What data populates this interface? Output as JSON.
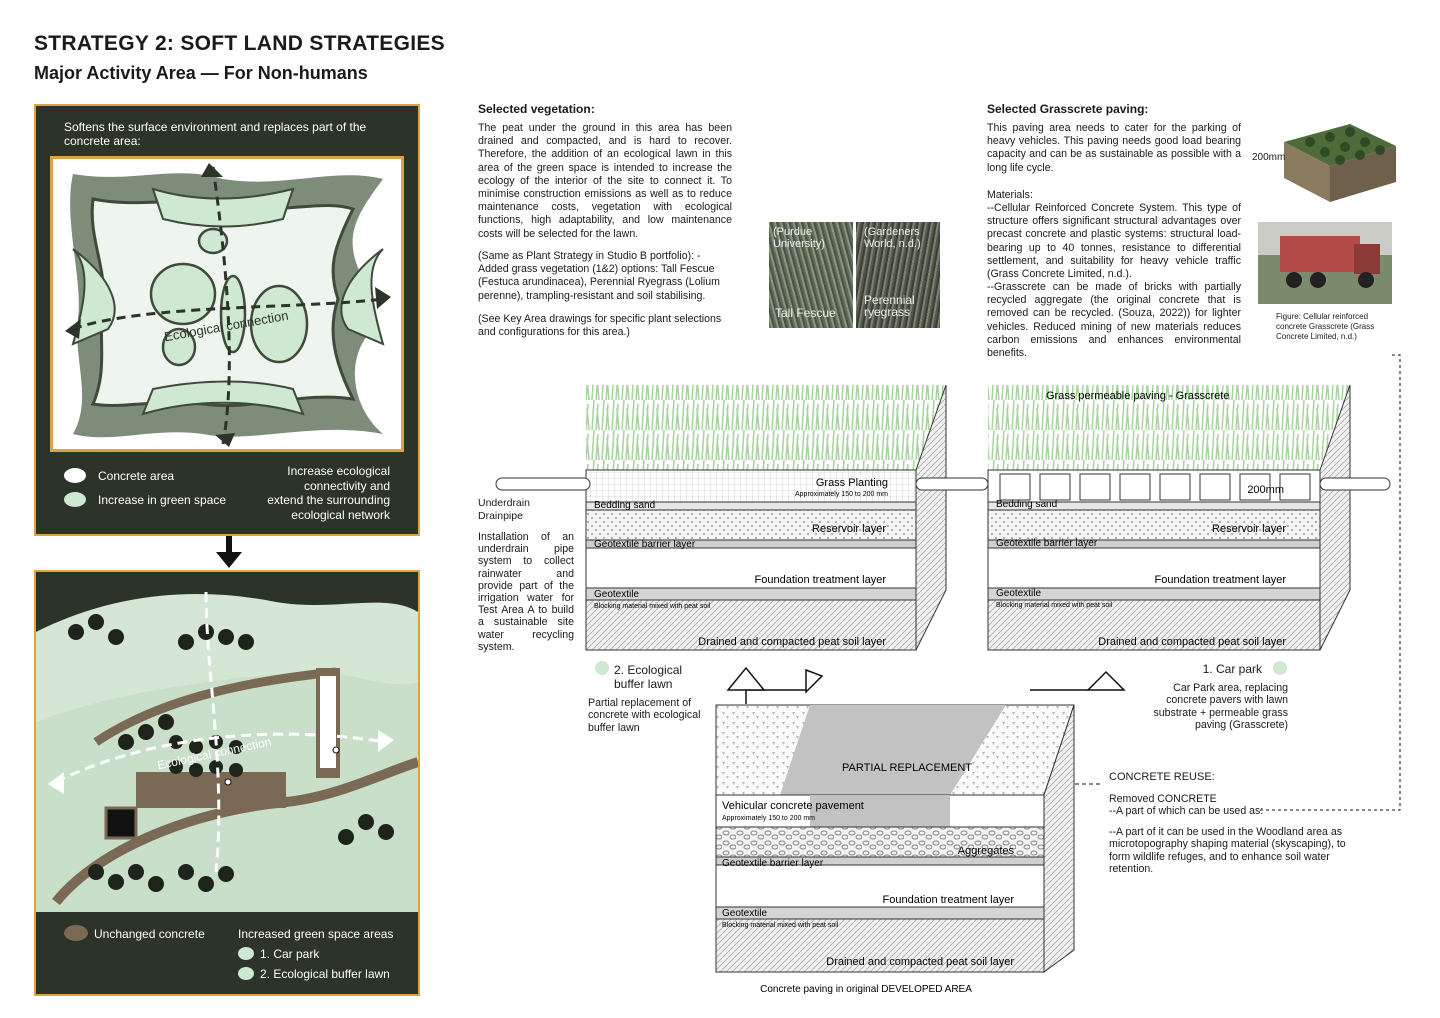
{
  "header": {
    "title": "STRATEGY 2: SOFT LAND STRATEGIES",
    "subtitle": "Major Activity Area — For Non-humans"
  },
  "top_panel": {
    "intro": "Softens the surface environment and replaces part of the concrete area:",
    "diagram_label": "Ecological connection",
    "legend": [
      {
        "label": "Concrete area",
        "color": "#ffffff"
      },
      {
        "label": "Increase in green space",
        "color": "#cfe8d2"
      }
    ],
    "legend_note": [
      "Increase ecological",
      "connectivity and",
      "extend the surrounding",
      "ecological network"
    ]
  },
  "bottom_panel": {
    "map_label": "Ecological connection",
    "legend_unchanged": "Unchanged concrete",
    "legend_green_title": "Increased green space areas",
    "legend_items": [
      "1. Car park",
      "2. Ecological buffer lawn"
    ],
    "colors": {
      "unchanged": "#7a6a55",
      "green": "#cfe8d2"
    }
  },
  "vegetation": {
    "heading": "Selected vegetation:",
    "para1": "The peat under the ground in this area has been drained and compacted, and is hard to recover. Therefore, the addition of an ecological lawn in this area of the green space is intended to increase the ecology of the interior of the site to connect it. To minimise construction emissions as well as to reduce maintenance costs, vegetation with ecological functions, high adaptability, and low maintenance costs will be selected for the lawn.",
    "para2": "(Same as Plant Strategy in Studio B portfolio): - Added grass vegetation (1&2) options: Tall Fescue (Festuca arundinacea), Perennial Ryegrass (Lolium perenne), trampling-resistant and soil stabilising.",
    "para3": "(See Key Area drawings for specific plant selections and configurations for this area.)",
    "photo1_source": "(Purdue University)",
    "photo1_caption": "Tall Fescue",
    "photo2_source": "(Gardeners World, n.d.)",
    "photo2_caption": "Perennial ryegrass"
  },
  "grasscrete": {
    "heading": "Selected Grasscrete paving:",
    "para1": "This paving area needs to cater for the parking of heavy vehicles. This paving needs good load bearing capacity and can be as sustainable as possible with a long life cycle.",
    "materials": "Materials:",
    "para2": "--Cellular Reinforced Concrete System. This type of structure offers significant structural advantages over precast concrete and plastic systems: structural load-bearing up to 40 tonnes, resistance to differential settlement, and suitability for heavy vehicle traffic (Grass Concrete Limited, n.d.).",
    "para3": "--Grasscrete can be made of bricks with partially recycled aggregate (the original concrete that is removed can be recycled. (Souza, 2022)) for lighter vehicles. Reduced mining of new materials reduces carbon emissions and enhances environmental benefits.",
    "dim_label": "200mm",
    "figure_caption": "Figure: Cellular reinforced concrete Grasscrete (Grass Concrete Limited, n.d.)"
  },
  "section_left": {
    "top_label": "Grass Planting",
    "top_sub": "Approximately 150 to 200 mm",
    "layers": [
      "Bedding sand",
      "Reservoir layer",
      "Geotextile barrier layer",
      "Foundation treatment layer",
      "Geotextile",
      "Blocking material mixed with peat soil",
      "Drained and compacted peat soil layer"
    ],
    "pipe_label": "Underdrain Drainpipe",
    "pipe_text": "Installation of an underdrain pipe system to collect rainwater and provide part of the irrigation water for Test Area A to build a sustainable site water recycling system.",
    "lawn_title": "2. Ecological buffer lawn",
    "lawn_text": "Partial replacement of concrete with ecological buffer lawn"
  },
  "section_right": {
    "top_label": "Grass permeable paving - Grasscrete",
    "dim_label": "200mm",
    "layers": [
      "Bedding sand",
      "Reservoir layer",
      "Geotextile barrier layer",
      "Foundation treatment layer",
      "Geotextile",
      "Blocking material mixed with peat soil",
      "Drained and compacted peat soil layer"
    ],
    "car_title": "1. Car park",
    "car_text": "Car Park area, replacing concrete pavers with lawn substrate + permeable grass paving (Grasscrete)"
  },
  "section_bottom": {
    "partial": "PARTIAL REPLACEMENT",
    "pavement": "Vehicular concrete pavement",
    "pavement_sub": "Approximately 150 to 200 mm",
    "layers": [
      "Aggregates",
      "Geotextile barrier layer",
      "Foundation treatment layer",
      "Geotextile",
      "Blocking material mixed with peat soil",
      "Drained and compacted peat soil layer"
    ],
    "caption": "Concrete paving in original DEVELOPED AREA"
  },
  "reuse": {
    "heading": "CONCRETE REUSE:",
    "line1": "Removed CONCRETE",
    "line2": "--A part of which can be used as:",
    "line3": "--A part of it can be used in the Woodland area as microtopography shaping material (skyscaping), to form wildlife refuges, and to enhance soil water retention."
  }
}
